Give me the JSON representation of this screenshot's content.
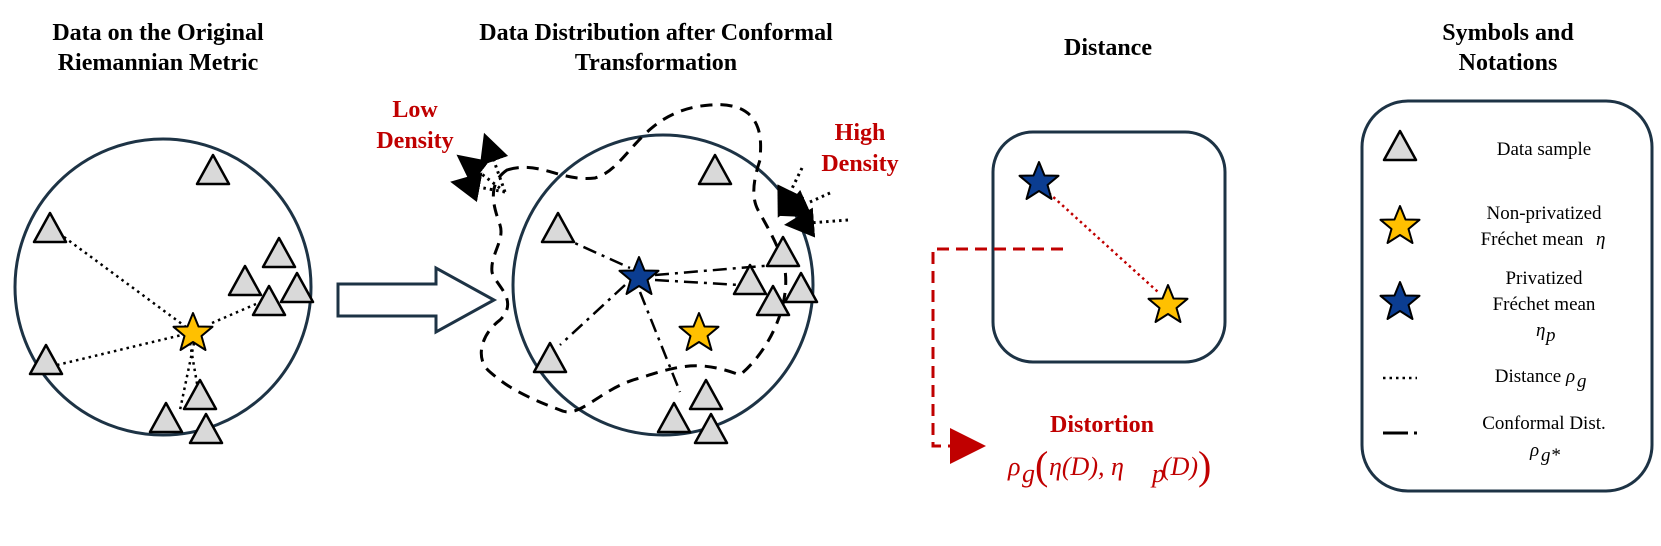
{
  "panels": {
    "original": {
      "title_line1": "Data on the Original",
      "title_line2": "Riemannian Metric"
    },
    "conformal": {
      "title_line1": "Data Distribution after Conformal",
      "title_line2": "Transformation",
      "low_density_line1": "Low",
      "low_density_line2": "Density",
      "high_density_line1": "High",
      "high_density_line2": "Density"
    },
    "distance": {
      "title": "Distance",
      "distortion_label": "Distortion",
      "formula_rho": "ρ",
      "formula_rho_sub": "g",
      "formula_args": "η(D), η",
      "formula_p_sub": "p",
      "formula_end": "(D)"
    },
    "legend": {
      "title_line1": "Symbols and",
      "title_line2": "Notations",
      "items": [
        {
          "icon": "triangle-icon",
          "line1": "Data sample"
        },
        {
          "icon": "gold-star-icon",
          "line1": "Non-privatized",
          "line2": "Fréchet mean ",
          "math": "η"
        },
        {
          "icon": "blue-star-icon",
          "line1": "Privatized",
          "line2": "Fréchet mean",
          "math": "η",
          "math_sub": "p"
        },
        {
          "icon": "dotted-line-icon",
          "line1": "Distance ",
          "math": "ρ",
          "math_sub": "g"
        },
        {
          "icon": "dashdot-line-icon",
          "line1": "Conformal Dist.",
          "math": "ρ",
          "math_sub": "g*"
        }
      ]
    }
  },
  "colors": {
    "circle_stroke": "#1d3345",
    "triangle_fill": "#d9d9d9",
    "gold_star": "#ffc000",
    "blue_star": "#0b3d91",
    "accent_red": "#c00000"
  }
}
